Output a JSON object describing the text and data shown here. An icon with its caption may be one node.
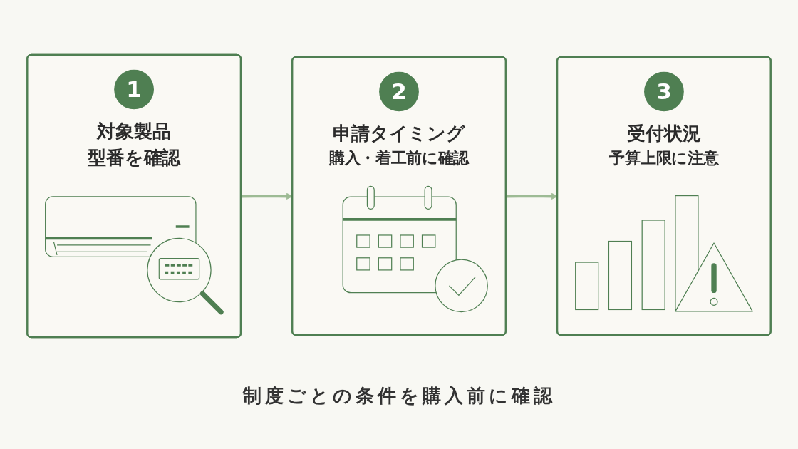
{
  "diagram": {
    "nodes": [
      {
        "text": [
          "1",
          "対象製品",
          "型番を確認"
        ]
      },
      {
        "text": [
          "2",
          "申請タイミング",
          "購入・着工前に確認"
        ]
      },
      {
        "text": [
          "3",
          "受付状況",
          "予算上限に注意"
        ]
      }
    ],
    "edges": [
      {
        "from": 0,
        "to": 1,
        "arrow": "to"
      },
      {
        "from": 1,
        "to": 2,
        "arrow": "to"
      }
    ],
    "caption": "制度ごとの条件を購入前に確認"
  }
}
